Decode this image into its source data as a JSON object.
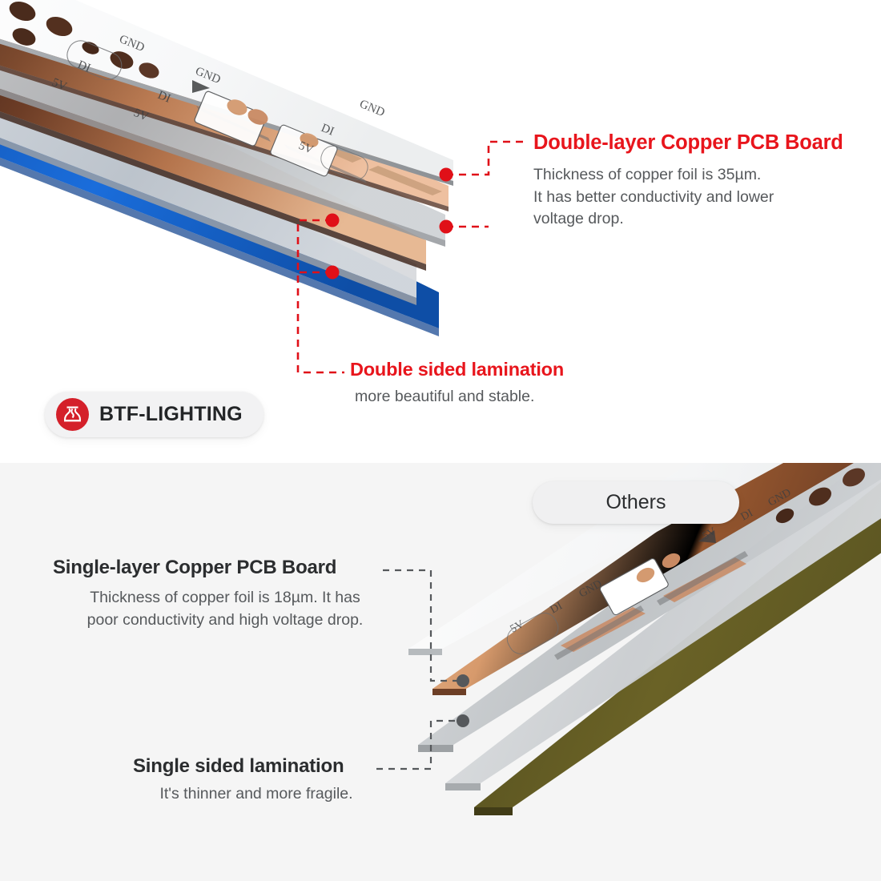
{
  "colors": {
    "red": "#e8151c",
    "dark": "#2b2d2f",
    "body_text": "#56595c",
    "dot_red": "#e01018",
    "dot_gray": "#55585b",
    "blue_base": "#1565c8",
    "olive_base": "#5e5722",
    "top_bg": "#ffffff",
    "bottom_bg": "#f5f5f5",
    "copper": "#c98a63",
    "copper_light": "#e8b693",
    "copper_dark": "#5a3322",
    "lamination_gray": "#b9bcbf"
  },
  "top_section": {
    "brand_badge": {
      "name": "BTF-LIGHTING",
      "logo_icon": "btf-lighting-logo-icon"
    },
    "callouts": [
      {
        "id": "double-layer-pcb",
        "title": "Double-layer Copper PCB Board",
        "body_lines": [
          "Thickness of copper foil is 35µm.",
          "It has better conductivity and lower",
          "voltage drop."
        ],
        "marker_color": "#e01018"
      },
      {
        "id": "double-sided-lamination",
        "title": "Double sided lamination",
        "body_lines": [
          "more beautiful and stable."
        ],
        "marker_color": "#e01018"
      }
    ],
    "product_image": {
      "alt": "Exploded view of double-layer copper LED strip PCB with blue base",
      "silkscreen_labels": [
        "GND",
        "DI",
        "5V",
        "GND",
        "DI",
        "5V",
        "GND",
        "DI",
        "5V"
      ],
      "layers": [
        "white solder-mask PCB top with silkscreen and LED pads",
        "upper copper foil layer",
        "gray lamination film",
        "lower copper foil layer",
        "gray lamination film",
        "blue adhesive base"
      ]
    }
  },
  "bottom_section": {
    "badge": {
      "label": "Others"
    },
    "callouts": [
      {
        "id": "single-layer-pcb",
        "title": "Single-layer Copper PCB Board",
        "body_lines": [
          "Thickness of copper foil is 18µm. It has",
          "poor conductivity and high voltage drop."
        ],
        "marker_color": "#55585b"
      },
      {
        "id": "single-sided-lamination",
        "title": "Single sided lamination",
        "body_lines": [
          "It's thinner and more fragile."
        ],
        "marker_color": "#55585b"
      }
    ],
    "product_image": {
      "alt": "Exploded view of single-layer copper LED strip PCB with olive FR4 base",
      "silkscreen_labels": [
        "5V",
        "DI",
        "GND",
        "5V",
        "DI",
        "GND"
      ],
      "layers": [
        "white solder-mask PCB top with silkscreen and LED pads",
        "single copper foil layer",
        "gray lamination film",
        "olive FR4 base"
      ]
    }
  }
}
